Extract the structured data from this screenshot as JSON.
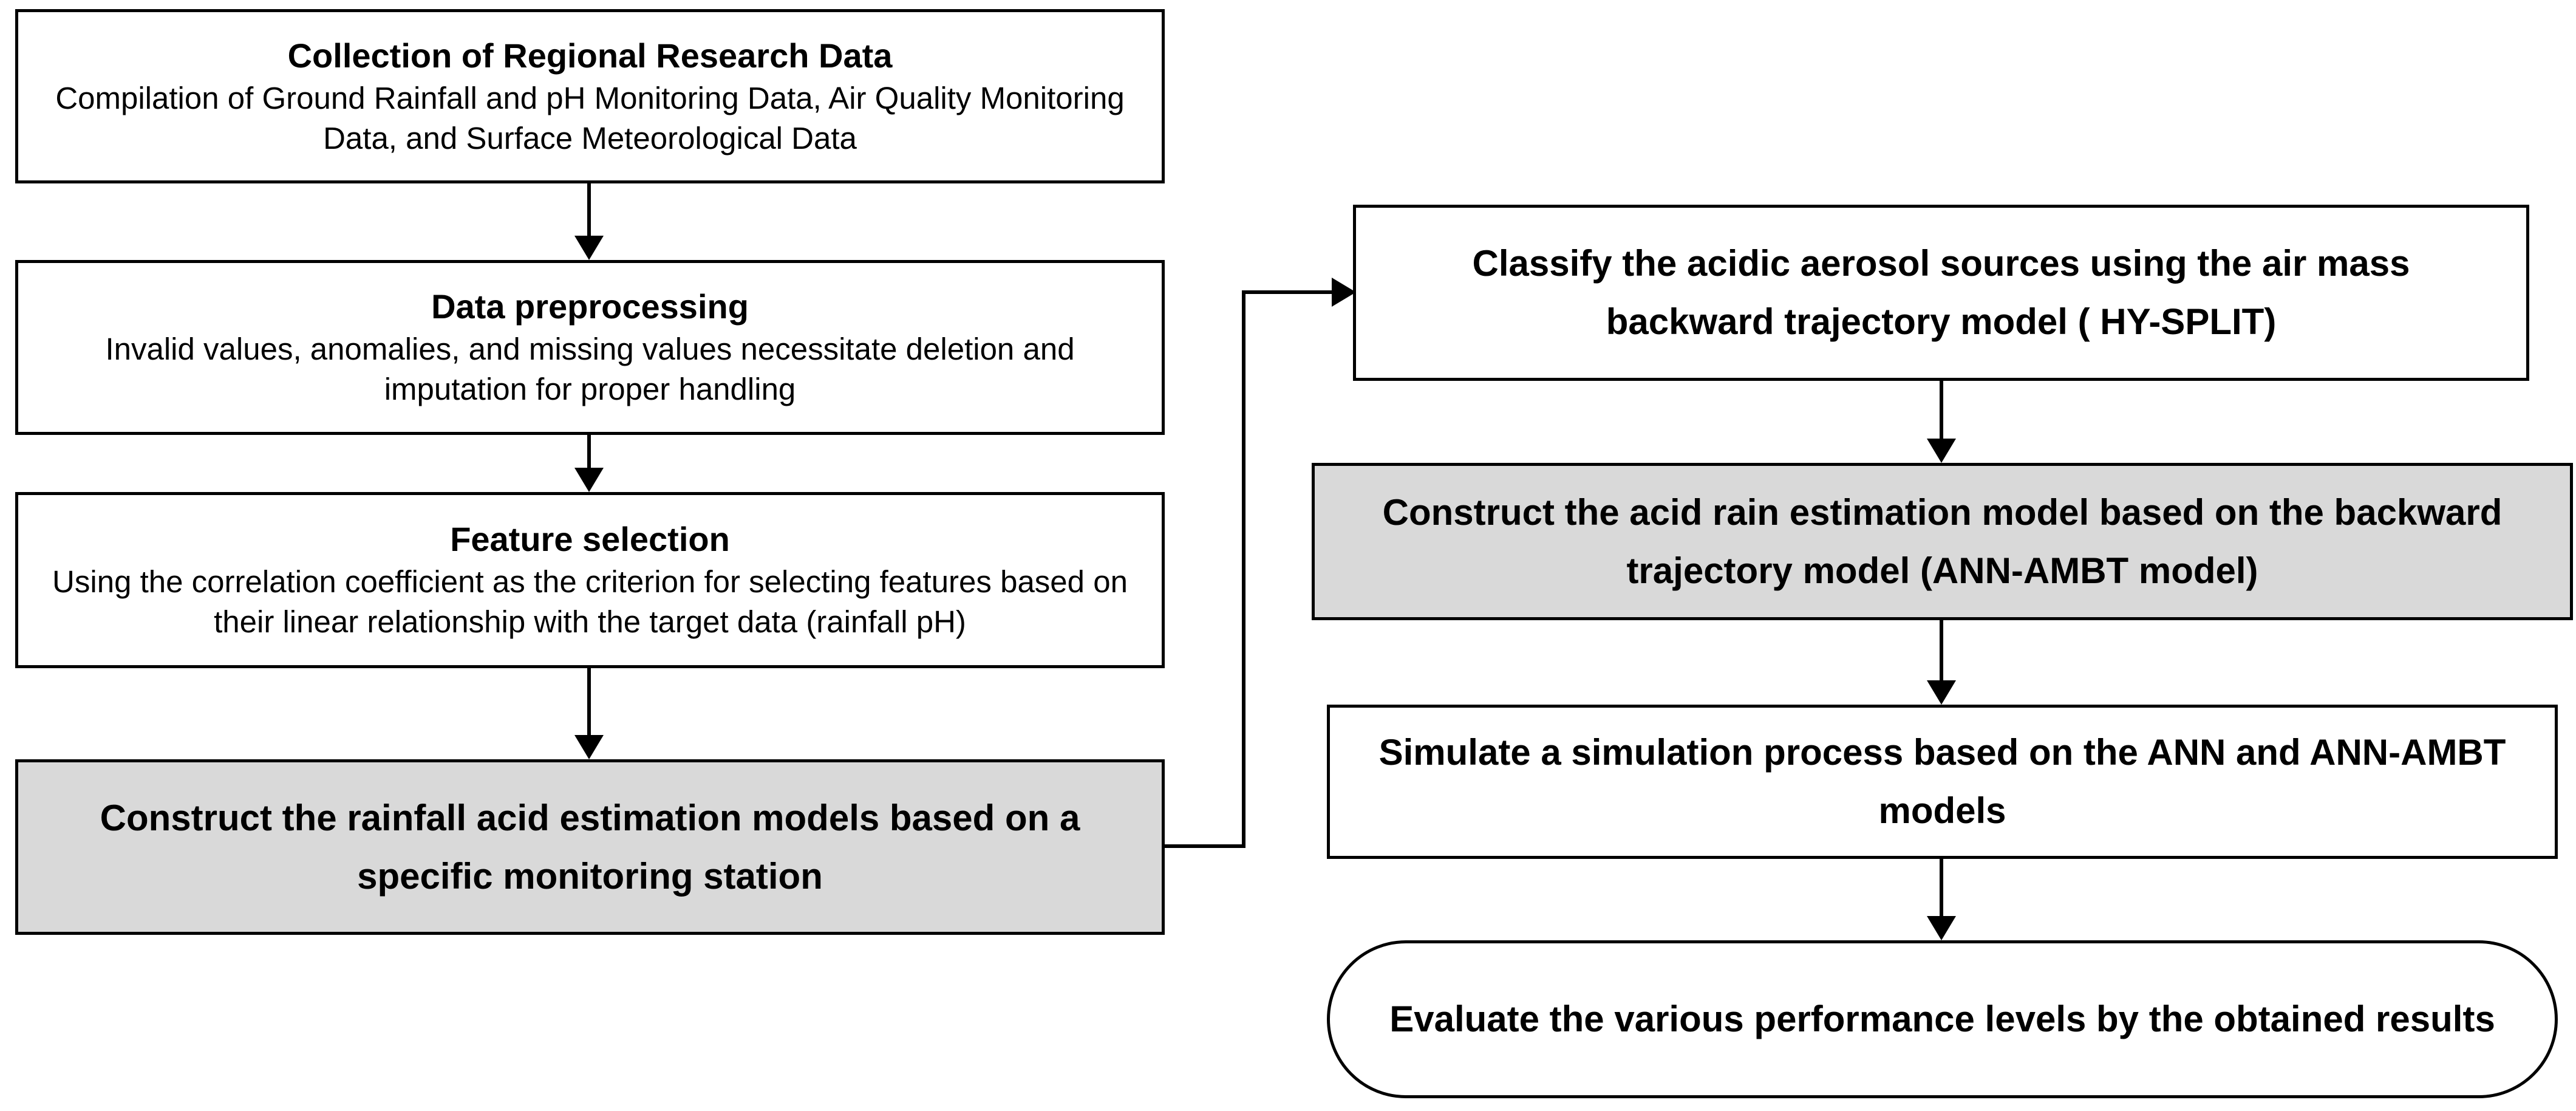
{
  "boxes": {
    "collection": {
      "title": "Collection of Regional Research Data",
      "description": "Compilation of Ground Rainfall and pH Monitoring Data, Air Quality Monitoring Data, and Surface Meteorological Data"
    },
    "preprocessing": {
      "title": "Data preprocessing",
      "description": "Invalid values, anomalies, and missing values necessitate deletion and imputation for proper handling"
    },
    "feature_selection": {
      "title": "Feature selection",
      "description": "Using the correlation coefficient as the criterion for selecting features based on their linear relationship with the target data (rainfall pH)"
    },
    "station_model": {
      "title": "Construct the rainfall acid estimation models based on a specific monitoring station"
    },
    "classify_sources": {
      "title": "Classify the acidic aerosol sources using the air mass backward trajectory model ( HY-SPLIT)"
    },
    "ann_ambt_model": {
      "title": "Construct the acid rain estimation model based on the backward trajectory model (ANN-AMBT model)"
    },
    "simulation": {
      "title": "Simulate a simulation process based on the ANN and ANN-AMBT models"
    },
    "evaluation": {
      "title": "Evaluate the various performance levels by the obtained results"
    }
  },
  "colors": {
    "stroke": "#000000",
    "shaded_fill": "#d9d9d9",
    "fill": "#ffffff"
  }
}
